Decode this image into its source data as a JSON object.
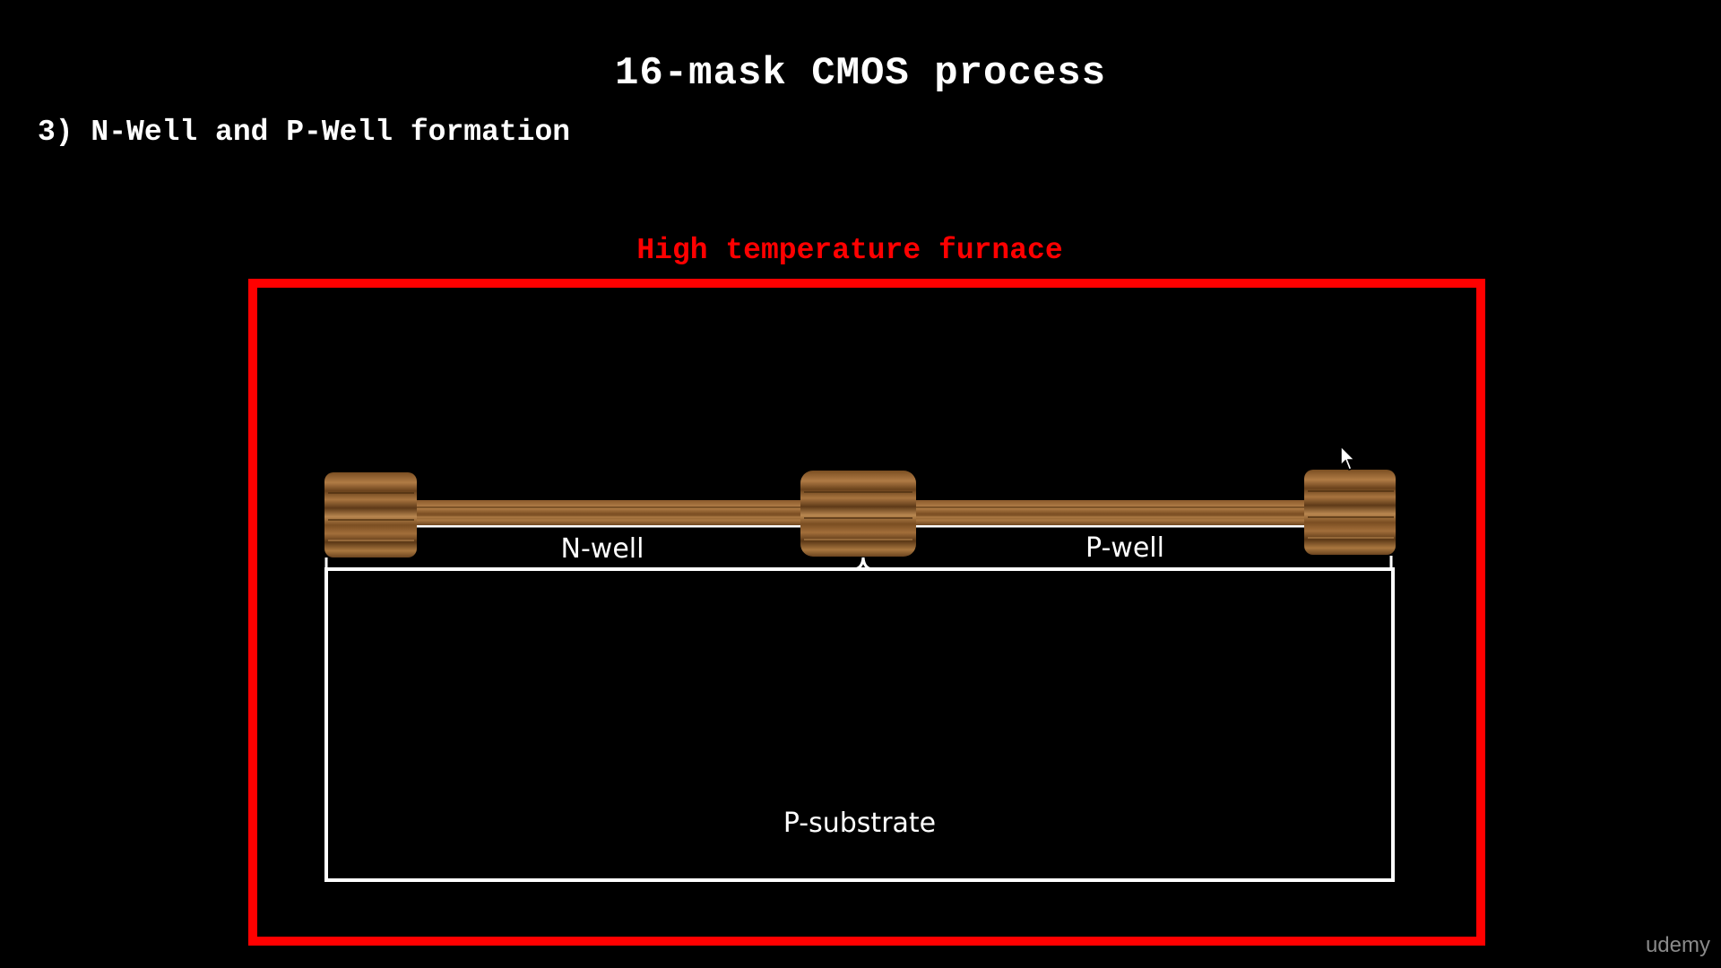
{
  "slide": {
    "title": "16-mask CMOS process",
    "subtitle": "3) N-Well and P-Well formation"
  },
  "furnace": {
    "label": "High temperature furnace",
    "border_color": "#ff0000"
  },
  "diagram": {
    "nwell_label": "N-well",
    "pwell_label": "P-well",
    "substrate_label": "P-substrate",
    "oxide_color": "#9b6a35",
    "outline_color": "#ffffff"
  },
  "watermark": {
    "text": "udemy"
  },
  "icons": {
    "cursor": "mouse-pointer-icon"
  }
}
